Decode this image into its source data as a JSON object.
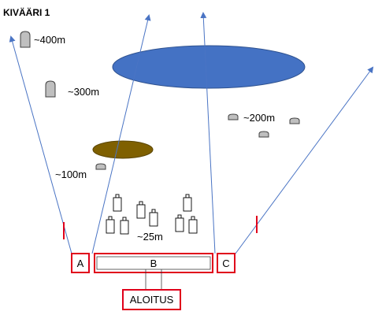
{
  "title": "KIVÄÄRI 1",
  "distances": {
    "d400": "~400m",
    "d300": "~300m",
    "d200": "~200m",
    "d100": "~100m",
    "d25": "~25m"
  },
  "stations": {
    "a": "A",
    "b": "B",
    "c": "C"
  },
  "start_label": "ALOITUS",
  "icons": [
    "tombstone-target-icon",
    "paper-target-icon",
    "firing-limit-marker-icon",
    "water-pond-icon",
    "mud-pit-icon",
    "arrow-line-icon"
  ],
  "colors": {
    "line_blue": "#4a74c4",
    "pond_fill": "#4472c4",
    "pond_stroke": "#2f528f",
    "mud_fill": "#7f6000",
    "frame_red": "#e0001b",
    "target_grey": "#bfbfbf"
  }
}
